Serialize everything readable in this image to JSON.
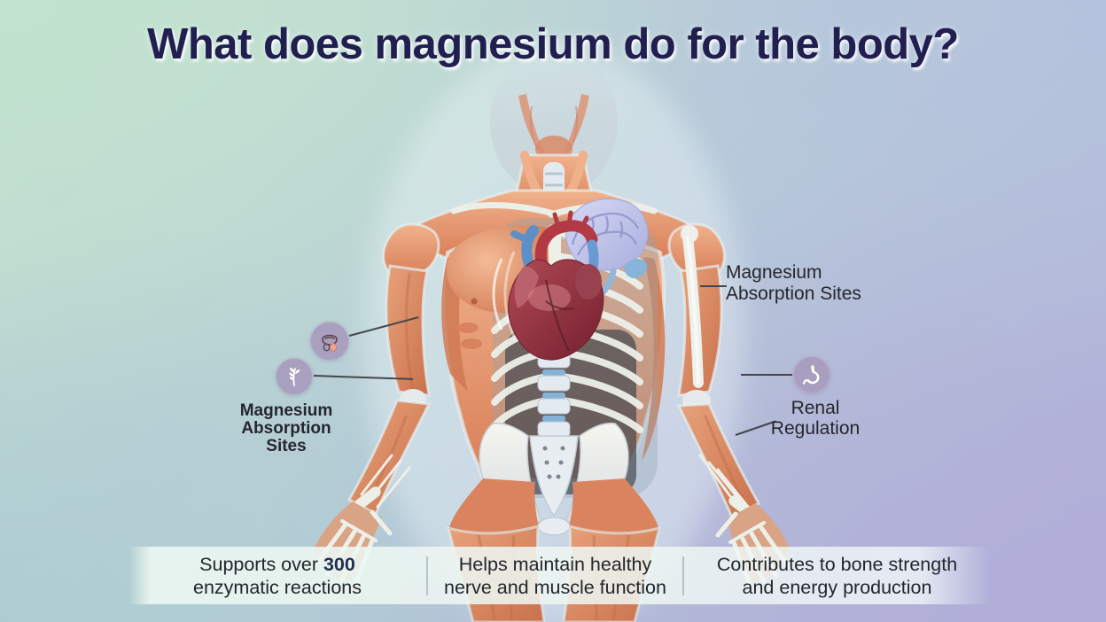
{
  "title": "What does magnesium do for the body?",
  "annotations": {
    "absorption_right": {
      "lines": [
        "Magnesium",
        "Absorption Sites"
      ]
    },
    "absorption_left": {
      "lines": [
        "Magnesium",
        "Absorption",
        "Sites"
      ]
    },
    "renal": {
      "lines": [
        "Renal",
        "Regulation"
      ]
    }
  },
  "footer": {
    "facts": [
      {
        "line1_pre": "Supports over ",
        "line1_bold": "300",
        "line2": "enzymatic reactions"
      },
      {
        "line1": "Helps maintain healthy",
        "line2": "nerve and muscle function"
      },
      {
        "line1": "Contributes to bone strength",
        "line2": "and energy production"
      }
    ]
  },
  "icons": {
    "badge_digestive": "intestines-icon",
    "badge_plant": "leaf-icon",
    "badge_stomach": "stomach-icon"
  },
  "colors": {
    "title_text": "#211e50",
    "label_text": "#26262e",
    "bg_top_left": "#c2e3d0",
    "bg_top_right": "#b5c2de",
    "bg_bottom_left": "#adccd2",
    "bg_bottom_right": "#b1aed9",
    "badge_fill": "#a79bbd",
    "connector": "#45464c",
    "muscle": "#e0906c",
    "bone": "#eef0ea",
    "heart": "#90303f",
    "brain": "#c7c9ec",
    "footer_bar": "#e9f5ee",
    "footer_text": "#23262b",
    "footer_highlight": "#203055"
  }
}
